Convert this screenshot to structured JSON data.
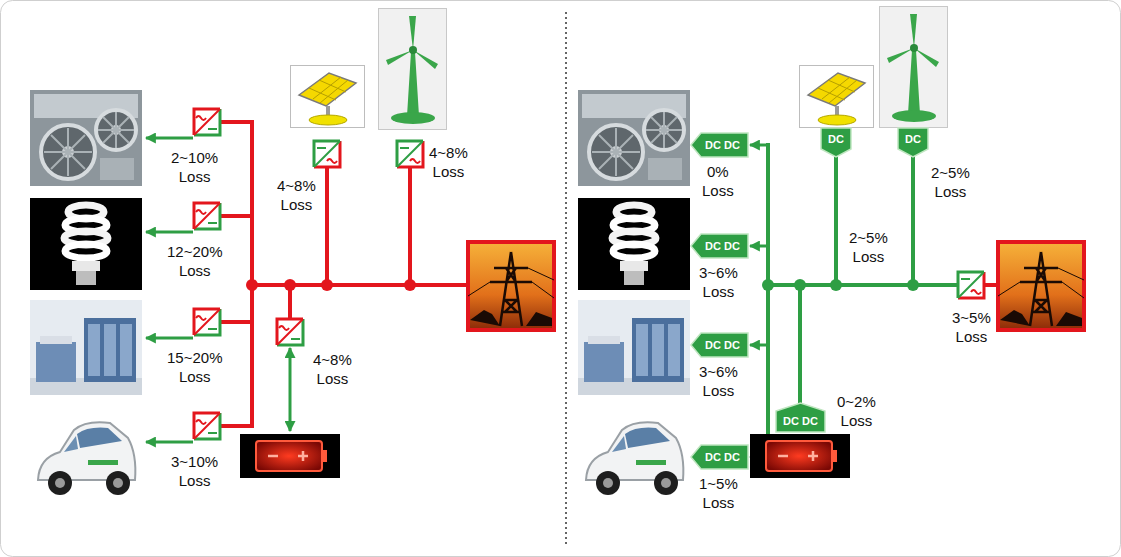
{
  "diagram": {
    "nodes": [
      {
        "text": [
          "DC DC"
        ]
      },
      {
        "text": [
          "DC DC"
        ]
      },
      {
        "text": [
          "DC DC"
        ]
      },
      {
        "text": [
          "DC DC"
        ]
      },
      {
        "text": [
          "DC"
        ]
      },
      {
        "text": [
          "DC"
        ]
      },
      {
        "text": [
          "DC DC"
        ]
      }
    ],
    "labels": [
      "2~10% Loss",
      "12~20% Loss",
      "15~20% Loss",
      "3~10% Loss",
      "4~8% Loss",
      "4~8% Loss",
      "4~8% Loss",
      "0% Loss",
      "3~6% Loss",
      "3~6% Loss",
      "1~5% Loss",
      "2~5% Loss",
      "2~5% Loss",
      "0~2% Loss",
      "3~5% Loss"
    ]
  }
}
